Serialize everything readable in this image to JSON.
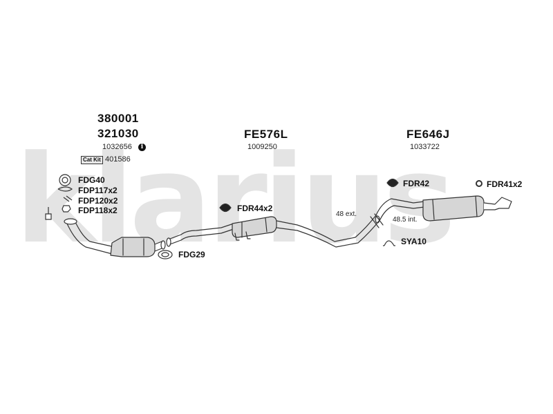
{
  "watermark": "klarius",
  "colors": {
    "line": "#333333",
    "fill": "#ffffff",
    "shade": "#d6d6d6",
    "watermark": "#e4e4e4"
  },
  "front_section": {
    "codes": [
      "380001",
      "321030"
    ],
    "ref": "1032656",
    "info_icon": "info-icon",
    "cat_kit_label": "Cat Kit",
    "cat_kit_ref": "401586"
  },
  "middle_section": {
    "code": "FE576L",
    "ref": "1009250"
  },
  "rear_section": {
    "code": "FE646J",
    "ref": "1033722"
  },
  "parts": {
    "fdg40": "FDG40",
    "fdp117": "FDP117x2",
    "fdp120": "FDP120x2",
    "fdp118": "FDP118x2",
    "fdg29": "FDG29",
    "fdr44": "FDR44x2",
    "fdr42": "FDR42",
    "fdr41": "FDR41x2",
    "sya10": "SYA10"
  },
  "dimensions": {
    "ext": "48 ext.",
    "int": "48.5 int."
  }
}
